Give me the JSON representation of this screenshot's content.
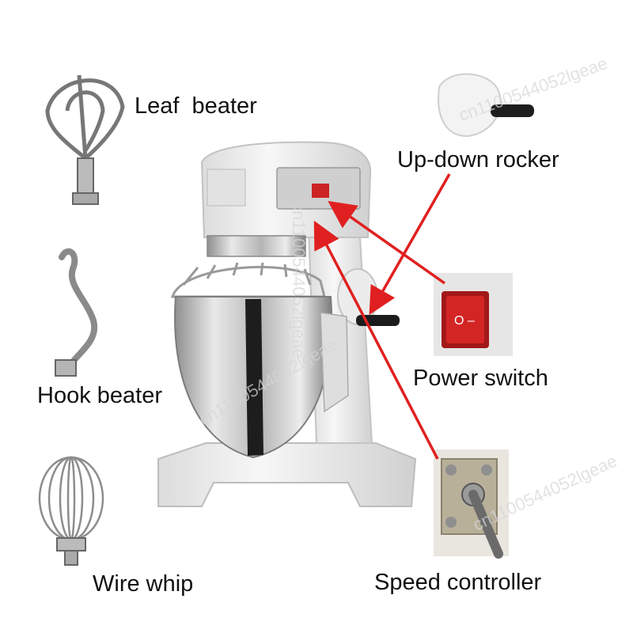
{
  "labels": {
    "leaf_beater": "Leaf  beater",
    "up_down_rocker": "Up-down rocker",
    "power_switch": "Power switch",
    "hook_beater": "Hook beater",
    "wire_whip": "Wire whip",
    "speed_controller": "Speed controller"
  },
  "watermark": "cn1100544052lgeae",
  "colors": {
    "arrow": "#e02020",
    "switch_red": "#d42525",
    "mixer_body": "#f2f2f2",
    "bowl_steel": "#c9c9c9",
    "dark_stripe": "#1d1d1d"
  }
}
